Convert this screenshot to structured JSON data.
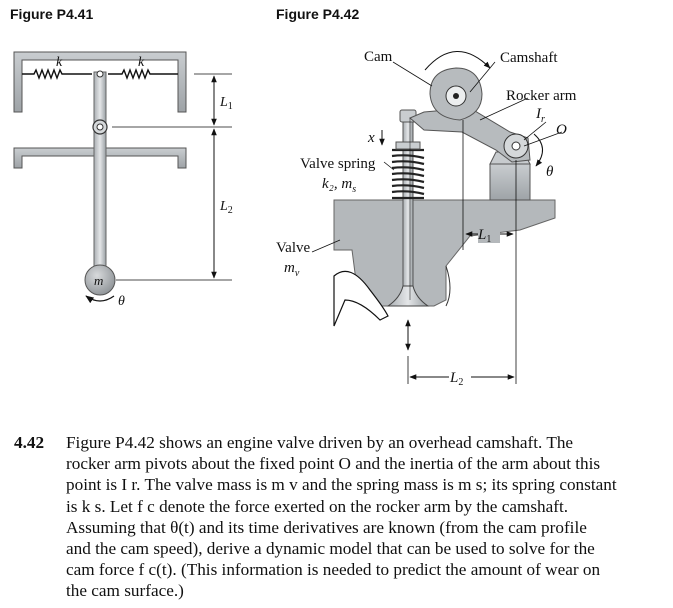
{
  "figure_left": {
    "title": "Figure P4.41",
    "labels": {
      "k_left": "k",
      "k_right": "k",
      "L1": "L",
      "L1_sub": "1",
      "L2": "L",
      "L2_sub": "2",
      "mass": "m",
      "theta": "θ"
    }
  },
  "figure_right": {
    "title": "Figure P4.42",
    "labels": {
      "cam": "Cam",
      "camshaft": "Camshaft",
      "rocker_arm": "Rocker arm",
      "Ir": "I",
      "Ir_sub": "r",
      "O": "O",
      "theta": "θ",
      "x": "x",
      "valve_spring": "Valve spring",
      "spring_params": "k₂, m",
      "spring_params_sub": "s",
      "L1": "L",
      "L1_sub": "1",
      "valve": "Valve",
      "valve_mass": "m",
      "valve_mass_sub": "v",
      "L2": "L",
      "L2_sub": "2"
    }
  },
  "problem": {
    "number": "4.42",
    "lines": [
      "Figure P4.42 shows an engine valve driven by an overhead camshaft. The",
      "rocker arm pivots about the fixed point O and the inertia of the arm about this",
      "point is I r. The valve mass is m v and the spring mass is m s; its spring constant",
      "is k s. Let f c denote the force exerted on the rocker arm by the camshaft.",
      "Assuming that θ(t) and its time derivatives are known (from the cam profile",
      "and the cam speed), derive a dynamic model that can be used to solve for the",
      "cam force f c(t). (This information is needed to predict the amount of wear on",
      "the cam surface.)"
    ]
  }
}
